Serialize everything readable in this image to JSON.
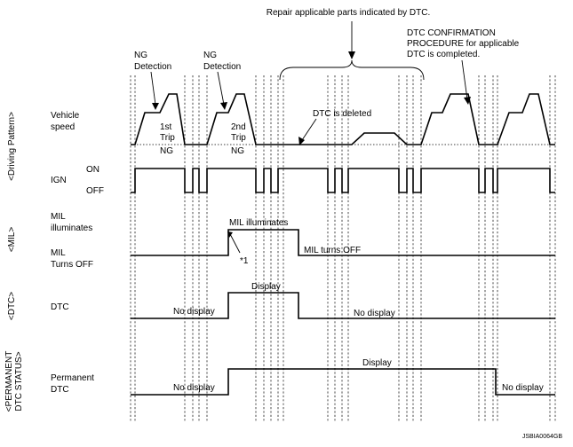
{
  "annotations": {
    "repair": "Repair applicable parts indicated by DTC.",
    "dtc_confirm": [
      "DTC CONFIRMATION",
      "PROCEDURE for applicable",
      "DTC is completed."
    ],
    "ng_detection_1": [
      "NG",
      "Detection"
    ],
    "ng_detection_2": [
      "NG",
      "Detection"
    ],
    "trip1": [
      "1st",
      "Trip",
      "NG"
    ],
    "trip2": [
      "2nd",
      "Trip",
      "NG"
    ],
    "dtc_deleted": "DTC is deleted",
    "footnote_mark": "*1",
    "figure_code": "JSBIA0064GB"
  },
  "sections": {
    "driving_pattern": "<Driving Pattern>",
    "mil": "<MIL>",
    "dtc": "<DTC>",
    "permanent": [
      "<PERMANENT",
      "DTC STATUS>"
    ]
  },
  "rows": {
    "vehicle_speed": [
      "Vehicle",
      "speed"
    ],
    "ign": "IGN",
    "ign_on": "ON",
    "ign_off": "OFF",
    "mil_illuminates": [
      "MIL",
      "illuminates"
    ],
    "mil_turns_off": [
      "MIL",
      "Turns OFF"
    ],
    "dtc": "DTC",
    "permanent_dtc": [
      "Permanent",
      "DTC"
    ]
  },
  "states": {
    "mil_on": "MIL illuminates",
    "mil_off": "MIL turns OFF",
    "dtc_display": "Display",
    "dtc_no_display_1": "No display",
    "dtc_no_display_2": "No display",
    "perm_display": "Display",
    "perm_no_display_1": "No display",
    "perm_no_display_2": "No display"
  }
}
